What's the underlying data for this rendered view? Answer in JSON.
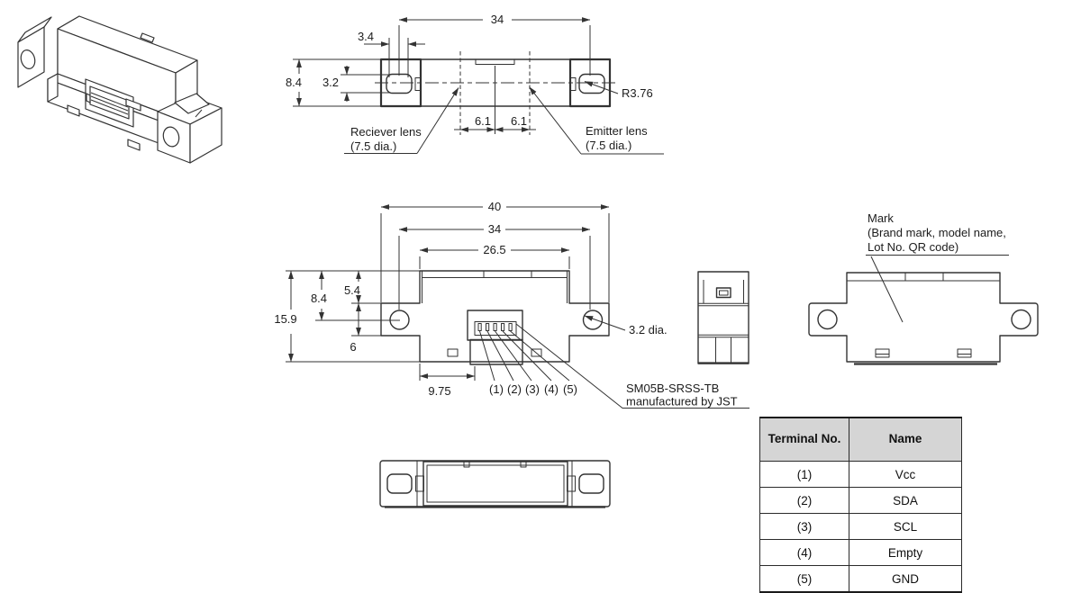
{
  "page": {
    "bg": "#ffffff",
    "line_color": "#333333",
    "text_color": "#1c1c1c",
    "table_header_bg": "#d5d5d5"
  },
  "top_view": {
    "dim_34": "34",
    "dim_3_4": "3.4",
    "dim_8_4": "8.4",
    "dim_3_2": "3.2",
    "dim_6_1_left": "6.1",
    "dim_6_1_right": "6.1",
    "radius_label": "R3.76",
    "receiver_line1": "Reciever lens",
    "receiver_line2": "(7.5 dia.)",
    "emitter_line1": "Emitter lens",
    "emitter_line2": "(7.5 dia.)"
  },
  "front_view": {
    "dim_40": "40",
    "dim_34": "34",
    "dim_26_5": "26.5",
    "dim_15_9": "15.9",
    "dim_8_4": "8.4",
    "dim_5_4": "5.4",
    "dim_6": "6",
    "dim_9_75": "9.75",
    "hole_label": "3.2 dia.",
    "pins": [
      "(1)",
      "(2)",
      "(3)",
      "(4)",
      "(5)"
    ],
    "connector_line1": "SM05B-SRSS-TB",
    "connector_line2": "manufactured by JST"
  },
  "mark_view": {
    "line1": "Mark",
    "line2": "(Brand mark, model name,",
    "line3": "Lot No. QR code)"
  },
  "terminal_table": {
    "header_no": "Terminal No.",
    "header_name": "Name",
    "rows": [
      [
        "(1)",
        "Vcc"
      ],
      [
        "(2)",
        "SDA"
      ],
      [
        "(3)",
        "SCL"
      ],
      [
        "(4)",
        "Empty"
      ],
      [
        "(5)",
        "GND"
      ]
    ]
  }
}
